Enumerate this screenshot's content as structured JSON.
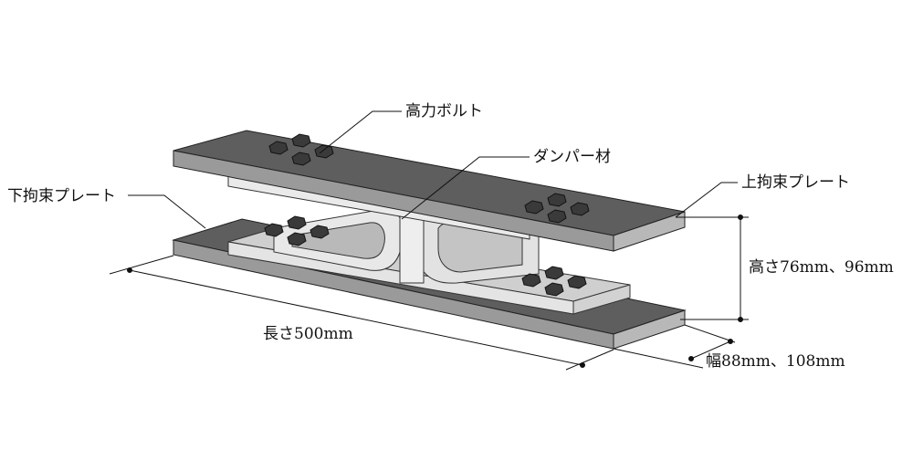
{
  "labels": {
    "bolt": "高力ボルト",
    "damper": "ダンパー材",
    "lower_plate": "下拘束プレート",
    "upper_plate": "上拘束プレート",
    "height": "高さ76mm、96mm",
    "length": "長さ500mm",
    "width": "幅88mm、108mm"
  },
  "colors": {
    "plate_top": "#5e5e5e",
    "plate_side": "#8a8a8a",
    "plate_end": "#b4b4b4",
    "damper_light": "#e6e6e6",
    "damper_mid": "#c8c8c8",
    "bolt_head": "#3a3a3a",
    "line": "#111111"
  },
  "icons": {
    "bolt": "hex-bolt-icon"
  }
}
